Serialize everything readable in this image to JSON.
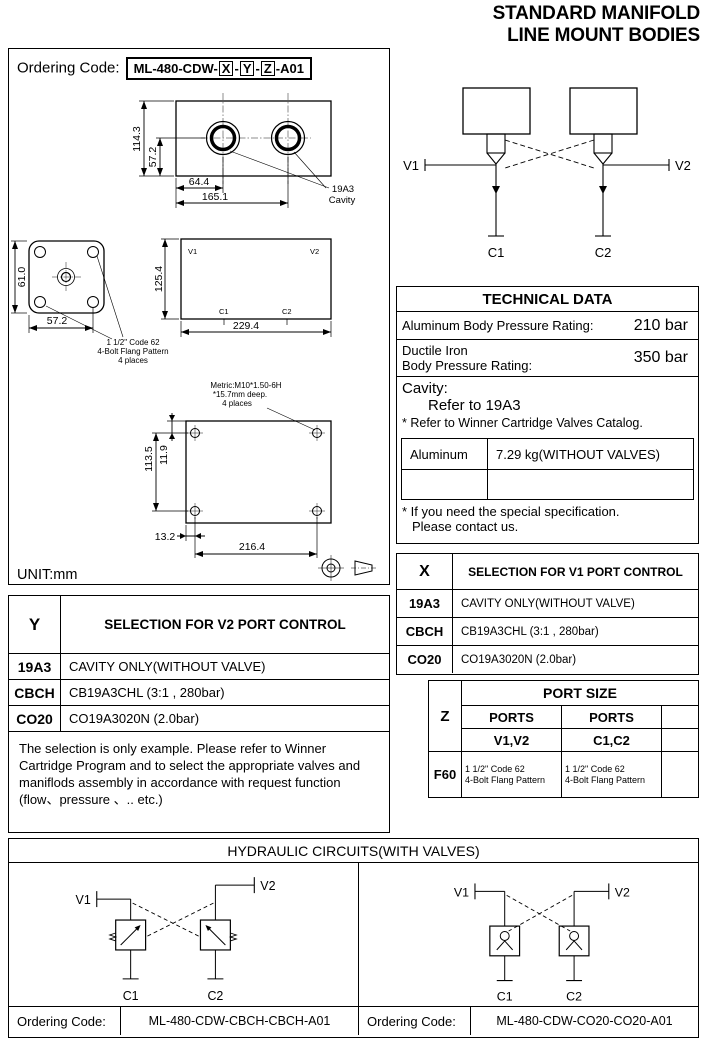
{
  "page": {
    "title_line1": "STANDARD MANIFOLD",
    "title_line2": "LINE MOUNT BODIES"
  },
  "ordering": {
    "label": "Ordering Code:",
    "prefix": "ML-480-CDW-",
    "x": "X",
    "y": "Y",
    "z": "Z",
    "sep": "-",
    "suffix": "-A01"
  },
  "drawing": {
    "unit": "UNIT:mm",
    "top_view": {
      "dim_114": "114.3",
      "dim_57": "57.2",
      "dim_64": "64.4",
      "dim_165": "165.1",
      "cavity_line1": "19A3",
      "cavity_line2": "Cavity"
    },
    "end_view": {
      "dim_61": "61.0",
      "dim_57": "57.2",
      "note_line1": "1 1/2\" Code 62",
      "note_line2": "4-Bolt Flang Pattern",
      "note_line3": "4 places"
    },
    "side_view": {
      "dim_125": "125.4",
      "dim_229": "229.4",
      "v1": "V1",
      "v2": "V2",
      "c1": "C1",
      "c2": "C2"
    },
    "bottom_view": {
      "dim_113": "113.5",
      "dim_11": "11.9",
      "dim_13": "13.2",
      "dim_216": "216.4",
      "note_line1": "Metric:M10*1.50-6H",
      "note_line2": "*15.7mm deep.",
      "note_line3": "4 places"
    }
  },
  "schematic": {
    "v1": "V1",
    "v2": "V2",
    "c1": "C1",
    "c2": "C2"
  },
  "technical": {
    "title": "TECHNICAL DATA",
    "alu_label": "Aluminum Body Pressure Rating:",
    "alu_value": "210 bar",
    "ductile_label_line1": "Ductile Iron",
    "ductile_label_line2": "Body Pressure Rating:",
    "ductile_value": "350 bar",
    "cavity_label": "Cavity:",
    "cavity_value": "Refer to 19A3",
    "cavity_note": "* Refer to Winner Cartridge Valves Catalog.",
    "weight_material": "Aluminum",
    "weight_value": "7.29 kg(WITHOUT VALVES)",
    "note_line1": "* If you need the special specification.",
    "note_line2": "Please contact us."
  },
  "selection_x": {
    "key": "X",
    "title": "SELECTION FOR V1 PORT CONTROL",
    "rows": [
      {
        "code": "19A3",
        "desc": "CAVITY ONLY(WITHOUT VALVE)"
      },
      {
        "code": "CBCH",
        "desc": "CB19A3CHL (3:1 , 280bar)"
      },
      {
        "code": "CO20",
        "desc": "CO19A3020N (2.0bar)"
      }
    ]
  },
  "selection_y": {
    "key": "Y",
    "title": "SELECTION FOR V2 PORT CONTROL",
    "rows": [
      {
        "code": "19A3",
        "desc": "CAVITY ONLY(WITHOUT VALVE)"
      },
      {
        "code": "CBCH",
        "desc": "CB19A3CHL (3:1 , 280bar)"
      },
      {
        "code": "CO20",
        "desc": "CO19A3020N (2.0bar)"
      }
    ],
    "note": "The selection is only example. Please refer to Winner Cartridge Program and to select the appropriate valves and maniflods assembly in accordance with request function (flow、pressure 、.. etc.)"
  },
  "port_size": {
    "key": "Z",
    "title": "PORT SIZE",
    "col1_header": "PORTS",
    "col2_header": "PORTS",
    "col1_ports": "V1,V2",
    "col2_ports": "C1,C2",
    "row_key": "F60",
    "col1_value_line1": "1 1/2\" Code 62",
    "col1_value_line2": "4-Bolt Flang Pattern",
    "col2_value_line1": "1 1/2\" Code 62",
    "col2_value_line2": "4-Bolt Flang Pattern"
  },
  "circuits": {
    "title": "HYDRAULIC CIRCUITS(WITH VALVES)",
    "left": {
      "v1": "V1",
      "v2": "V2",
      "c1": "C1",
      "c2": "C2",
      "ordering_label": "Ordering Code:",
      "ordering_code": "ML-480-CDW-CBCH-CBCH-A01"
    },
    "right": {
      "v1": "V1",
      "v2": "V2",
      "c1": "C1",
      "c2": "C2",
      "ordering_label": "Ordering Code:",
      "ordering_code": "ML-480-CDW-CO20-CO20-A01"
    }
  }
}
